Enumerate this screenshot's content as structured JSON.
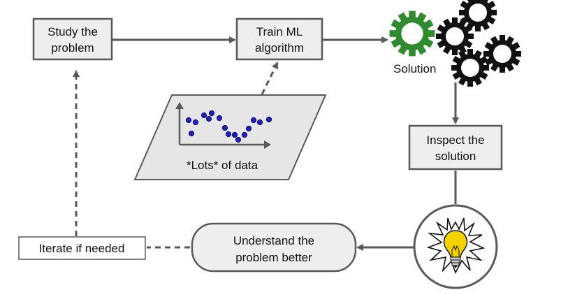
{
  "nodes": {
    "study": {
      "line1": "Study the",
      "line2": "problem"
    },
    "train": {
      "line1": "Train ML",
      "line2": "algorithm"
    },
    "data": {
      "label": "*Lots* of data"
    },
    "solution": {
      "label": "Solution"
    },
    "inspect": {
      "line1": "Inspect the",
      "line2": "solution"
    },
    "understand": {
      "line1": "Understand the",
      "line2": "problem better"
    },
    "iterate": {
      "label": "Iterate if needed"
    }
  },
  "colors": {
    "box_fill": "#eeeeee",
    "border": "#595959",
    "edge": "#595959",
    "gear_green": "#2e8b2e",
    "gear_black": "#111111",
    "scatter_point": "#1f1fbf",
    "bulb_yellow": "#f5d300"
  },
  "icons": {
    "gears": "gear-icon",
    "bulb": "lightbulb-icon",
    "scatter": "scatter-plot-icon"
  }
}
